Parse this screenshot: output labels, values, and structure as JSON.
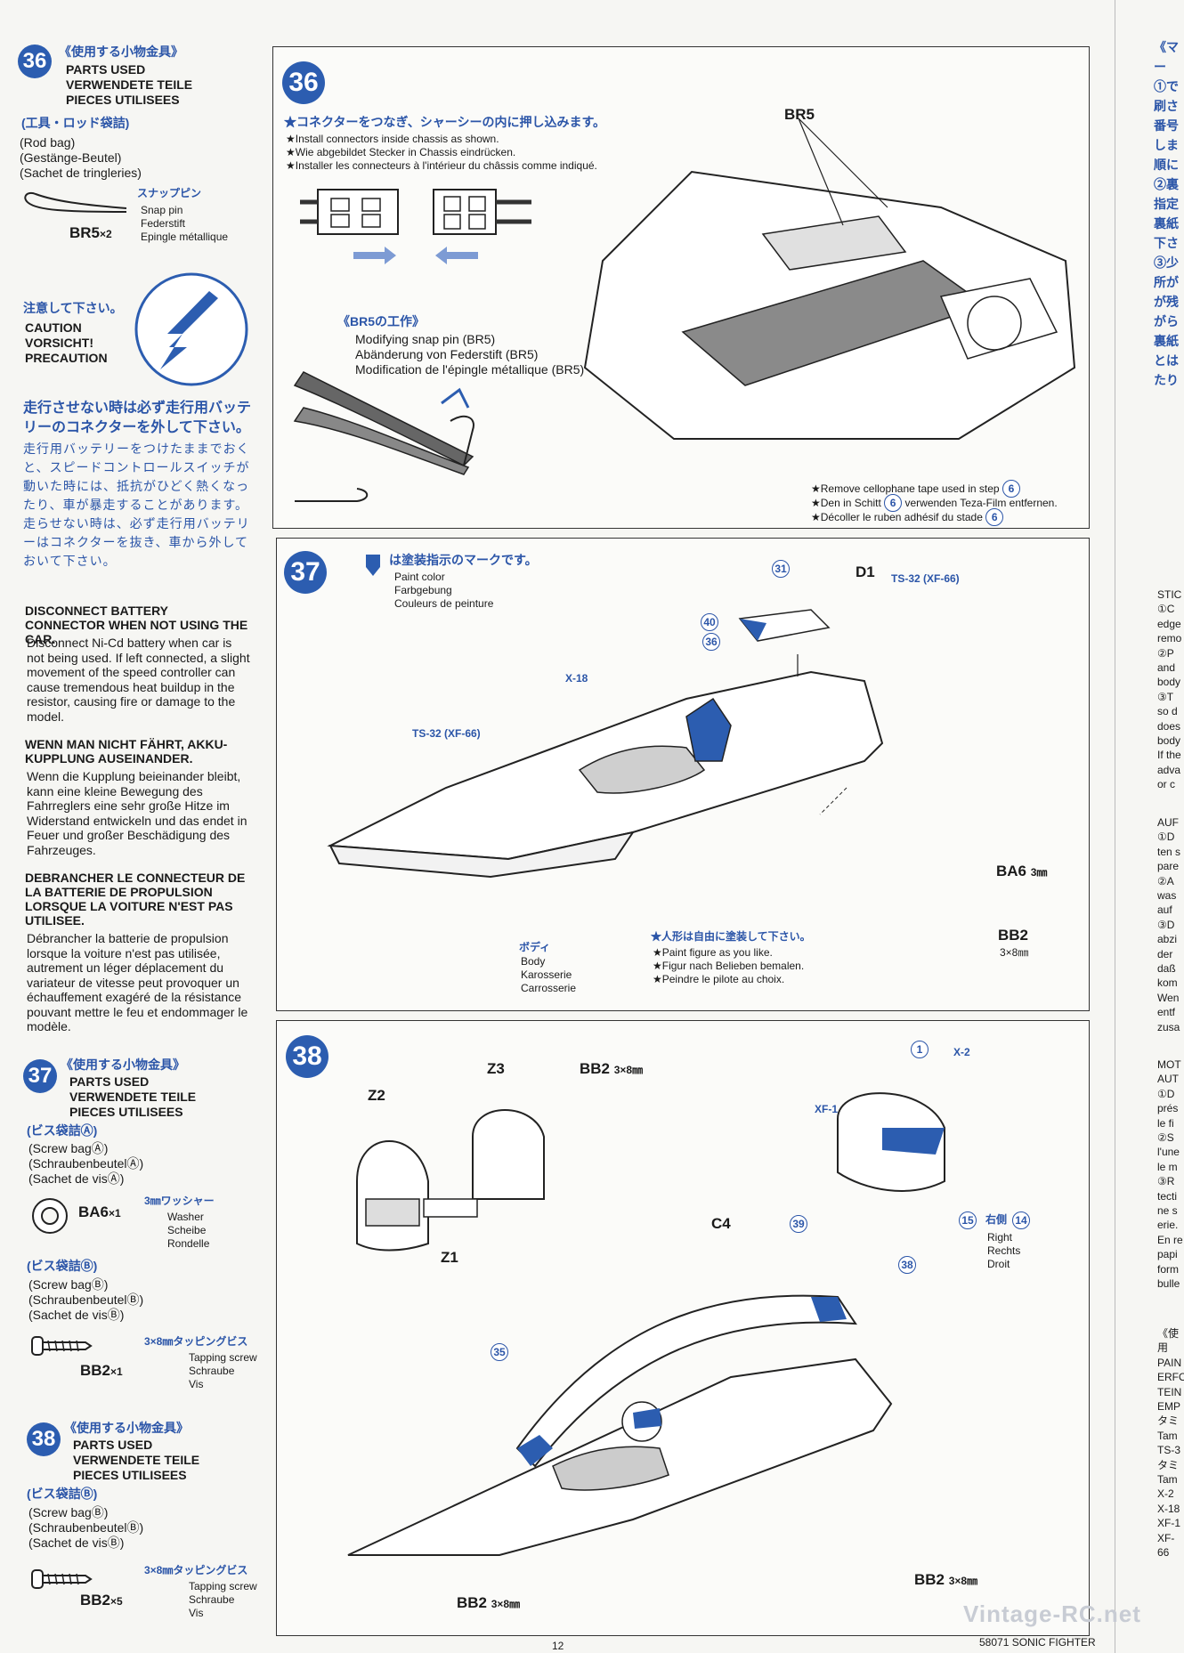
{
  "left": {
    "s36": {
      "num": "36",
      "jp": "《使用する小物金具》",
      "en": "PARTS USED",
      "de": "VERWENDETE TEILE",
      "fr": "PIECES UTILISEES",
      "bag_jp": "(工具・ロッド袋詰)",
      "bag_en": "(Rod bag)",
      "bag_de": "(Gestänge-Beutel)",
      "bag_fr": "(Sachet de tringleries)",
      "part_jp": "スナップピン",
      "part_en": "Snap pin",
      "part_de": "Federstift",
      "part_fr": "Epingle métallique",
      "part_code": "BR5",
      "part_qty": "×2"
    },
    "caution": {
      "jp": "注意して下さい。",
      "en": "CAUTION",
      "de": "VORSICHT!",
      "fr": "PRECAUTION",
      "jp_head": "走行させない時は必ず走行用バッテリーのコネクターを外して下さい。",
      "jp_body": "走行用バッテリーをつけたままでおくと、スピードコントロールスイッチが動いた時には、抵抗がひどく熱くなったり、車が暴走することがあります。走らせない時は、必ず走行用バッテリーはコネクターを抜き、車から外しておいて下さい。",
      "en_head": "DISCONNECT BATTERY CONNECTOR WHEN NOT USING THE CAR.",
      "en_body": "Disconnect Ni-Cd battery when car is not being used. If left connected, a slight movement of the speed controller can cause tremendous heat buildup in the resistor, causing fire or damage to the model.",
      "de_head": "WENN MAN NICHT FÄHRT, AKKU-KUPPLUNG AUSEINANDER.",
      "de_body": "Wenn die Kupplung beieinander bleibt, kann eine kleine Bewegung des Fahrreglers eine sehr große Hitze im Widerstand entwickeln und das endet in Feuer und großer Beschädigung des Fahrzeuges.",
      "fr_head": "DEBRANCHER LE CONNECTEUR DE LA BATTERIE DE PROPULSION LORSQUE LA VOITURE N'EST PAS UTILISEE.",
      "fr_body": "Débrancher la batterie de propulsion lorsque la voiture n'est pas utilisée, autrement un léger déplacement du variateur de vitesse peut provoquer un échauffement exagéré de la résistance pouvant mettre le feu et endommager le modèle."
    },
    "s37": {
      "num": "37",
      "jp": "《使用する小物金具》",
      "en": "PARTS USED",
      "de": "VERWENDETE TEILE",
      "fr": "PIECES UTILISEES",
      "bagA_jp": "(ビス袋詰Ⓐ)",
      "bagA_en": "(Screw bagⒶ)",
      "bagA_de": "(SchraubenbeutelⒶ)",
      "bagA_fr": "(Sachet de visⒶ)",
      "washer_jp": "3㎜ワッシャー",
      "washer_en": "Washer",
      "washer_de": "Scheibe",
      "washer_fr": "Rondelle",
      "washer_code": "BA6",
      "washer_qty": "×1",
      "bagB_jp": "(ビス袋詰Ⓑ)",
      "bagB_en": "(Screw bagⒷ)",
      "bagB_de": "(SchraubenbeutelⒷ)",
      "bagB_fr": "(Sachet de visⒷ)",
      "screw_jp": "3×8㎜タッピングビス",
      "screw_en": "Tapping screw",
      "screw_de": "Schraube",
      "screw_fr": "Vis",
      "screw_code": "BB2",
      "screw_qty": "×1"
    },
    "s38": {
      "num": "38",
      "jp": "《使用する小物金具》",
      "en": "PARTS USED",
      "de": "VERWENDETE TEILE",
      "fr": "PIECES UTILISEES",
      "bag_jp": "(ビス袋詰Ⓑ)",
      "bag_en": "(Screw bagⒷ)",
      "bag_de": "(SchraubenbeutelⒷ)",
      "bag_fr": "(Sachet de visⒷ)",
      "screw_jp": "3×8㎜タッピングビス",
      "screw_en": "Tapping screw",
      "screw_de": "Schraube",
      "screw_fr": "Vis",
      "screw_code": "BB2",
      "screw_qty": "×5"
    }
  },
  "p36": {
    "num": "36",
    "jp": "★コネクターをつなぎ、シャーシーの内に押し込みます。",
    "en": "★Install connectors inside chassis as shown.",
    "de": "★Wie abgebildet Stecker in Chassis eindrücken.",
    "fr": "★Installer les connecteurs à l'intérieur du châssis comme indiqué.",
    "br5_label": "BR5",
    "mod_jp": "《BR5の工作》",
    "mod_en": "Modifying snap pin (BR5)",
    "mod_de": "Abänderung von Federstift (BR5)",
    "mod_fr": "Modification de l'épingle métallique (BR5)",
    "note_en": "★Remove cellophane tape used in step",
    "note_de": "★Den in Schitt",
    "note_de2": "verwenden Teza-Film entfernen.",
    "note_fr": "★Décoller le ruben adhésif du stade",
    "step_ref": "6"
  },
  "p37": {
    "num": "37",
    "paint_jp": "は塗装指示のマークです。",
    "paint_en": "Paint color",
    "paint_de": "Farbgebung",
    "paint_fr": "Couleurs de peinture",
    "d1": "D1",
    "ts32_a": "TS-32 (XF-66)",
    "ts32_b": "TS-32 (XF-66)",
    "x18": "X-18",
    "c31": "31",
    "c40": "40",
    "c36": "36",
    "ba6": "BA6",
    "ba6_size": "3㎜",
    "bb2": "BB2",
    "bb2_size": "3×8㎜",
    "body_jp": "ボディ",
    "body_en": "Body",
    "body_de": "Karosserie",
    "body_fr": "Carrosserie",
    "fig_jp": "★人形は自由に塗装して下さい。",
    "fig_en": "★Paint figure as you like.",
    "fig_de": "★Figur nach Belieben bemalen.",
    "fig_fr": "★Peindre le pilote au choix."
  },
  "p38": {
    "num": "38",
    "z2": "Z2",
    "z3": "Z3",
    "z1": "Z1",
    "bb2_top": "BB2",
    "bb2_top_size": "3×8㎜",
    "c1": "1",
    "x2": "X-2",
    "xf1": "XF-1",
    "c15": "15",
    "c14": "14",
    "right_jp": "右側",
    "right_en": "Right",
    "right_de": "Rechts",
    "right_fr": "Droit",
    "c4": "C4",
    "c39": "39",
    "c38": "38",
    "c35": "35",
    "bb2_bl": "BB2",
    "bb2_bl_size": "3×8㎜",
    "bb2_br": "BB2",
    "bb2_br_size": "3×8㎜"
  },
  "right_strip": {
    "lines": [
      "《マー",
      "①で",
      "刷さ",
      "番号",
      "しま",
      "順に",
      "②裏",
      "指定",
      "裏紙",
      "下さ",
      "③少",
      "所が",
      "が残",
      "がら",
      "裏紙",
      "とは",
      "たり"
    ],
    "mid": [
      "STIC",
      "①C",
      "edge",
      "remo",
      "②P",
      "and",
      "body",
      "③T",
      "so d",
      "does",
      "body",
      "If the",
      "adva",
      "or c"
    ],
    "mid2": [
      "AUF",
      "①D",
      "ten s",
      "pare",
      "②A",
      "was",
      "auf",
      "③D",
      "abzi",
      "der",
      "daß",
      "kom",
      "Wen",
      "entf",
      "zusa"
    ],
    "mid3": [
      "MOT",
      "AUT",
      "①D",
      "prés",
      "le fi",
      "②S",
      "l'une",
      "le m",
      "③R",
      "tecti",
      "ne s",
      "erie.",
      "En re",
      "papi",
      "form",
      "bulle"
    ],
    "bottom": [
      "《使用",
      "PAIN",
      "ERFO",
      "TEIN",
      "EMP",
      "タミ",
      "Tam",
      "TS-3",
      "タミ",
      "Tam",
      "X-2",
      "X-18",
      "XF-1",
      "XF-66"
    ]
  },
  "footer": {
    "code": "58071 SONIC FIGHTER",
    "watermark": "Vintage-RC.net",
    "page": "12"
  },
  "colors": {
    "accent": "#2c5db0",
    "ink": "#1a1a1a",
    "paper": "#f6f6f3"
  }
}
